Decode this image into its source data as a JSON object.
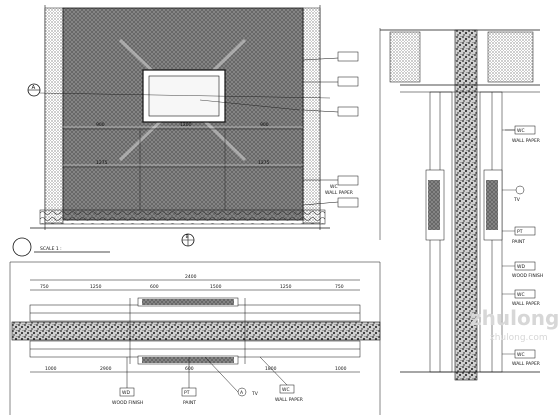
{
  "elevation": {
    "scale_label": "SCALE 1 : ",
    "marker_letter": "A",
    "section_tag": "B",
    "dimensions": {
      "upper": [
        "900",
        "1200",
        "900"
      ],
      "lower": [
        "1275",
        "1275"
      ]
    },
    "callout_wall_paper": {
      "code": "WC",
      "label": "WALL PAPER"
    }
  },
  "section_side": {
    "callouts": [
      {
        "code": "WC",
        "label": "WALL PAPER"
      },
      {
        "code": "TV",
        "label": "TV"
      },
      {
        "code": "PT",
        "label": "PAINT"
      },
      {
        "code": "WD",
        "label": "WOOD FINISH"
      },
      {
        "code": "WC",
        "label": "WALL PAPER"
      },
      {
        "code": "WC",
        "label": "WALL PAPER"
      }
    ]
  },
  "plan": {
    "top_dims": [
      "2400"
    ],
    "mid_dims": [
      "750",
      "1250",
      "600",
      "1500",
      "1250",
      "750"
    ],
    "bottom_dims": [
      "1000",
      "2900",
      "600",
      "1800",
      "1000"
    ],
    "callouts": [
      {
        "code": "WD",
        "label": "WOOD FINISH"
      },
      {
        "code": "PT",
        "label": "PAINT"
      },
      {
        "code": "A",
        "label": "TV"
      },
      {
        "code": "WC",
        "label": "WALL PAPER"
      }
    ]
  },
  "watermark": {
    "logo": "zhulong",
    "url": "zhulong.com"
  }
}
